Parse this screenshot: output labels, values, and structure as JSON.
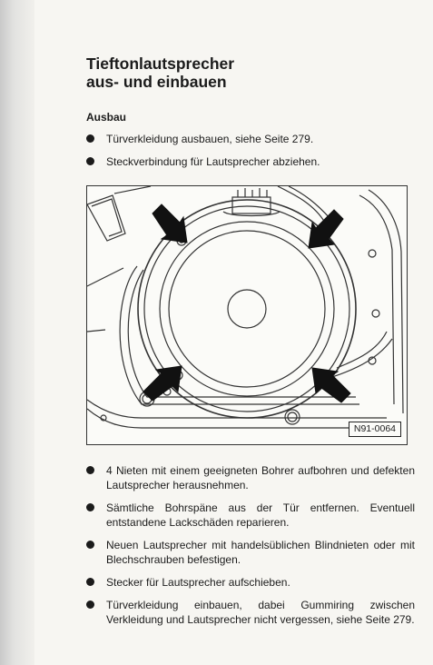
{
  "heading": {
    "line1": "Tieftonlautsprecher",
    "line2": "aus- und einbauen"
  },
  "section": "Ausbau",
  "steps_top": [
    "Türverkleidung ausbauen, siehe Seite 279.",
    "Steckverbindung für Lautsprecher abziehen."
  ],
  "figure": {
    "label": "N91-0064"
  },
  "steps_bottom": [
    "4 Nieten mit einem geeigneten Bohrer aufbohren und defekten Lautsprecher herausnehmen.",
    "Sämtliche Bohrspäne aus der Tür entfernen. Eventuell entstandene Lackschäden reparieren.",
    "Neuen Lautsprecher mit handelsüblichen Blindnieten oder mit Blechschrauben befestigen.",
    "Stecker für Lautsprecher aufschieben.",
    "Türverkleidung einbauen, dabei Gummiring zwischen Verkleidung und Lautsprecher nicht vergessen, siehe Seite 279."
  ]
}
